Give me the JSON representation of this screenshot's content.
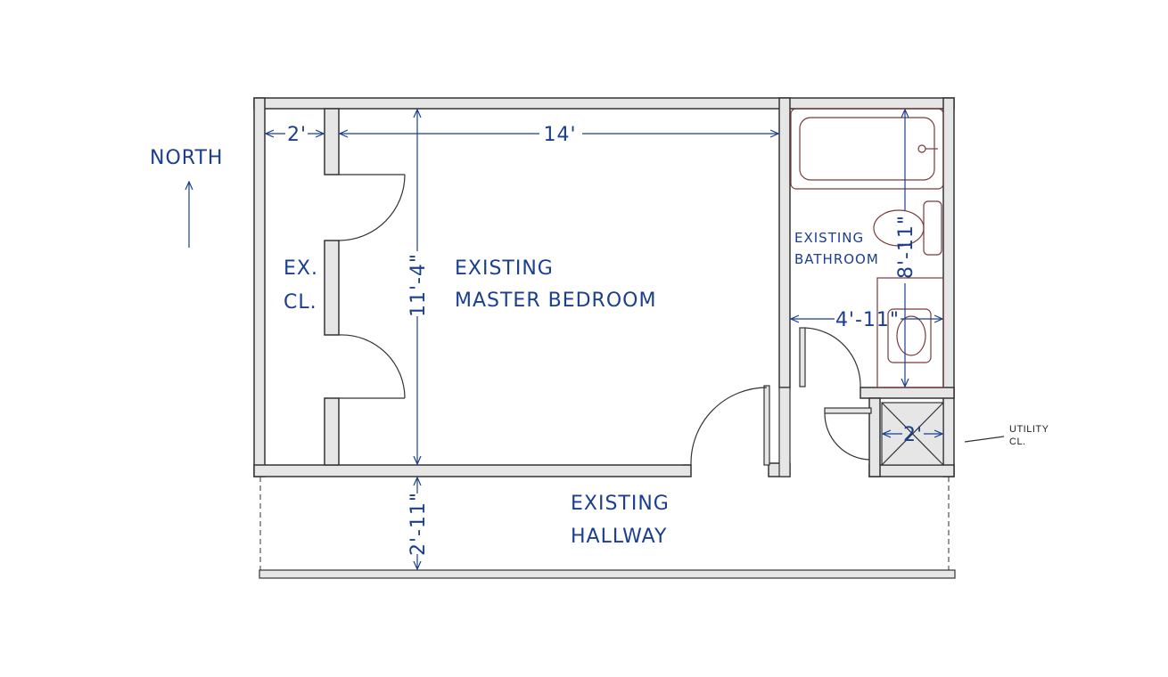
{
  "compass": {
    "label": "NORTH",
    "icon": "north-arrow-icon"
  },
  "rooms": {
    "closet": {
      "line1": "EX.",
      "line2": "CL."
    },
    "bedroom": {
      "line1": "EXISTING",
      "line2": "MASTER BEDROOM"
    },
    "bathroom": {
      "line1": "EXISTING",
      "line2": "BATHROOM"
    },
    "hallway": {
      "line1": "EXISTING",
      "line2": "HALLWAY"
    },
    "utility": {
      "line1": "UTILITY",
      "line2": "CL."
    }
  },
  "dimensions": {
    "closet_width": "2'",
    "bedroom_width": "14'",
    "bedroom_depth": "11'-4\"",
    "bath_length": "8'-11\"",
    "bath_width": "4'-11\"",
    "utility_width": "2'",
    "hallway_width": "2'-11\""
  },
  "colors": {
    "annotation": "#1a3f8f",
    "wall_fill": "#e6e6e6",
    "wall_stroke": "#333333",
    "fixture": "#7a3b3b",
    "vanity_fill": "#efe6e6"
  }
}
